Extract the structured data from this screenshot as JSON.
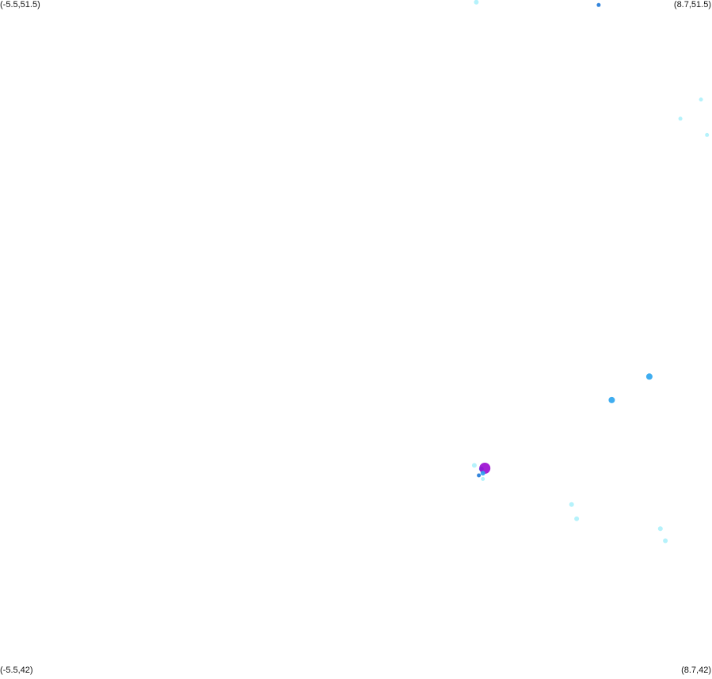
{
  "corner_labels": {
    "top_left": "(-5.5,51.5)",
    "top_right": "(8.7,51.5)",
    "bottom_left": "(-5.5,42)",
    "bottom_right": "(8.7,42)"
  },
  "chart_data": {
    "type": "scatter",
    "xlim": [
      -5.5,
      8.7
    ],
    "ylim": [
      42,
      51.5
    ],
    "grid": false,
    "colors": {
      "light": "#a8f0fa",
      "medium": "#2aa4ee",
      "dark": "#1e78d8",
      "purple": "#9a0ad0"
    },
    "points": [
      {
        "x": 4.0,
        "y": 51.47,
        "color": "light",
        "size": 3
      },
      {
        "x": 6.44,
        "y": 51.43,
        "color": "dark",
        "size": 2.5
      },
      {
        "x": 8.48,
        "y": 50.1,
        "color": "light",
        "size": 2.5
      },
      {
        "x": 8.07,
        "y": 49.83,
        "color": "light",
        "size": 2.5
      },
      {
        "x": 8.6,
        "y": 49.6,
        "color": "light",
        "size": 2.5
      },
      {
        "x": 7.45,
        "y": 46.2,
        "color": "medium",
        "size": 4
      },
      {
        "x": 6.7,
        "y": 45.87,
        "color": "medium",
        "size": 4
      },
      {
        "x": 3.96,
        "y": 44.95,
        "color": "light",
        "size": 3
      },
      {
        "x": 4.1,
        "y": 44.9,
        "color": "medium",
        "size": 3
      },
      {
        "x": 4.17,
        "y": 44.91,
        "color": "purple",
        "size": 7
      },
      {
        "x": 4.13,
        "y": 44.84,
        "color": "medium",
        "size": 3
      },
      {
        "x": 4.05,
        "y": 44.81,
        "color": "dark",
        "size": 2.5
      },
      {
        "x": 4.13,
        "y": 44.76,
        "color": "light",
        "size": 2.5
      },
      {
        "x": 5.9,
        "y": 44.4,
        "color": "light",
        "size": 3
      },
      {
        "x": 6.0,
        "y": 44.2,
        "color": "light",
        "size": 3
      },
      {
        "x": 7.67,
        "y": 44.06,
        "color": "light",
        "size": 3
      },
      {
        "x": 7.77,
        "y": 43.89,
        "color": "light",
        "size": 3
      }
    ]
  }
}
